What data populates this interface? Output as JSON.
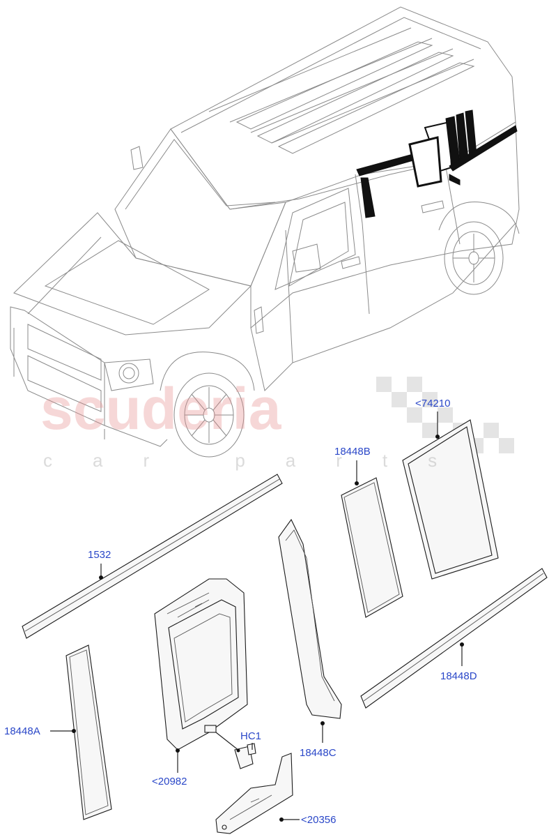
{
  "watermark": {
    "brand": "scuderia",
    "sub": "car parts"
  },
  "callouts": {
    "c1532": "1532",
    "c18448A": "18448A",
    "c20982": "<20982",
    "cHC1": "HC1",
    "c20356": "<20356",
    "c18448C": "18448C",
    "c18448B": "18448B",
    "c74210": "<74210",
    "c18448D": "18448D"
  },
  "colors": {
    "callout": "#2a47c8",
    "watermark": "#e68c8c"
  }
}
